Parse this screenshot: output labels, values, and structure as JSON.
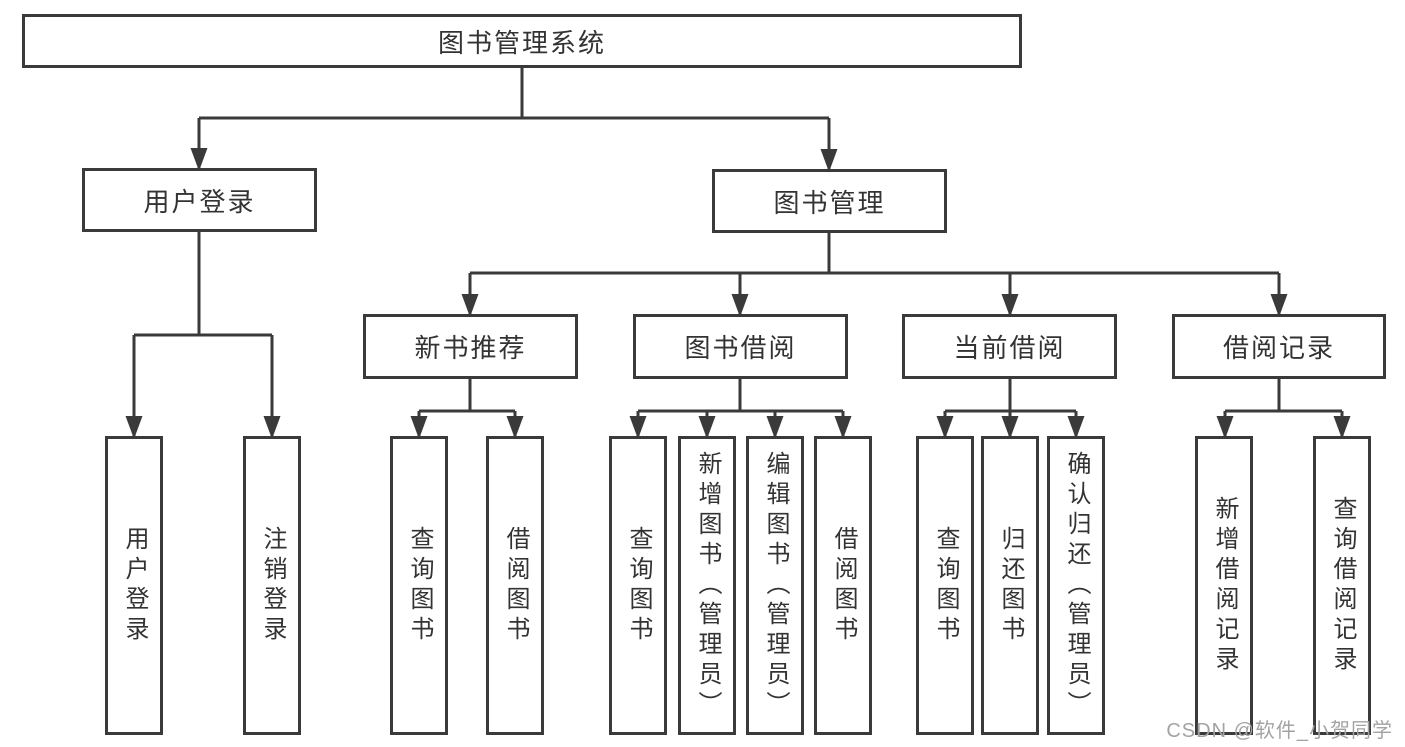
{
  "diagram": {
    "root": {
      "label": "图书管理系统"
    },
    "level2": [
      {
        "label": "用户登录"
      },
      {
        "label": "图书管理"
      }
    ],
    "level3": [
      {
        "label": "新书推荐"
      },
      {
        "label": "图书借阅"
      },
      {
        "label": "当前借阅"
      },
      {
        "label": "借阅记录"
      }
    ],
    "leaves": [
      {
        "label": "用户登录"
      },
      {
        "label": "注销登录"
      },
      {
        "label": "查询图书"
      },
      {
        "label": "借阅图书"
      },
      {
        "label": "查询图书"
      },
      {
        "label": "新增图书（管理员）"
      },
      {
        "label": "编辑图书（管理员）"
      },
      {
        "label": "借阅图书"
      },
      {
        "label": "查询图书"
      },
      {
        "label": "归还图书"
      },
      {
        "label": "确认归还（管理员）"
      },
      {
        "label": "新增借阅记录"
      },
      {
        "label": "查询借阅记录"
      }
    ]
  },
  "watermark": {
    "text": "CSDN @软件_小贺同学"
  },
  "colors": {
    "line": "#3a3a3a",
    "text": "#333333",
    "box_fill": "#ffffff",
    "watermark": "#a3a3a3",
    "background": "#ffffff"
  }
}
